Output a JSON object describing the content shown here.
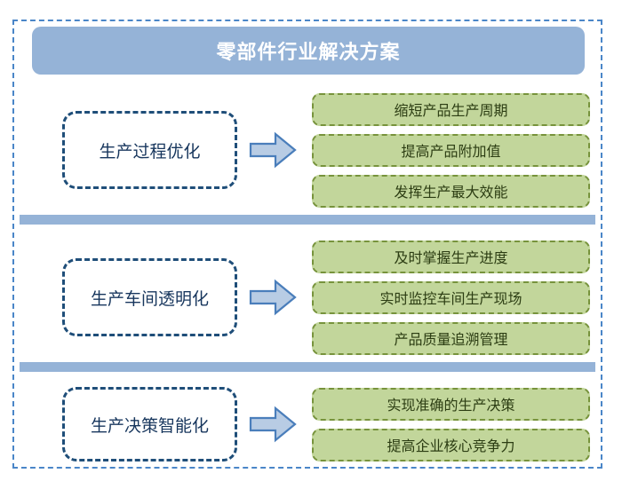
{
  "header": {
    "title": "零部件行业解决方案",
    "bar_color": "#95b3d7",
    "text_color": "#ffffff"
  },
  "frame": {
    "border_color": "#4a86c8",
    "style": "dashed"
  },
  "divider": {
    "color": "#95b3d7"
  },
  "arrow": {
    "icon": "arrow-right-icon",
    "fill": "#b8cce4",
    "stroke": "#4a7ebb"
  },
  "theme": {
    "category_border": "#1f4e79",
    "category_text": "#17365d",
    "item_fill": "#c2d69b",
    "item_border": "#77933c",
    "item_text": "#2c3d13"
  },
  "sections": [
    {
      "category": "生产过程优化",
      "items": [
        "缩短产品生产周期",
        "提高产品附加值",
        "发挥生产最大效能"
      ]
    },
    {
      "category": "生产车间透明化",
      "items": [
        "及时掌握生产进度",
        "实时监控车间生产现场",
        "产品质量追溯管理"
      ]
    },
    {
      "category": "生产决策智能化",
      "items": [
        "实现准确的生产决策",
        "提高企业核心竞争力"
      ]
    }
  ]
}
